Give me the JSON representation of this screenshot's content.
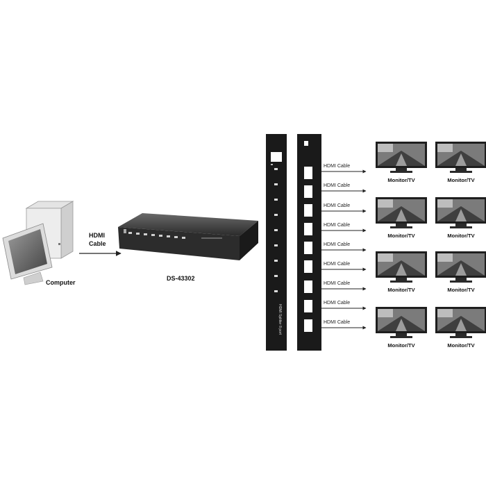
{
  "computer": {
    "label": "Computer"
  },
  "input_cable": {
    "line1": "HDMI",
    "line2": "Cable"
  },
  "splitter": {
    "model": "DS-43302"
  },
  "front_panel": {
    "title": "HDMI Splitter 8 port"
  },
  "output_cables": [
    "HDMI Cable",
    "HDMI Cable",
    "HDMI Cable",
    "HDMI Cable",
    "HDMI Cable",
    "HDMI Cable",
    "HDMI Cable",
    "HDMI Cable",
    "HDMI Cable"
  ],
  "monitors": [
    "Monitor/TV",
    "Monitor/TV",
    "Monitor/TV",
    "Monitor/TV",
    "Monitor/TV",
    "Monitor/TV",
    "Monitor/TV",
    "Monitor/TV"
  ],
  "colors": {
    "device": "#1a1a1a",
    "port": "#ffffff",
    "screen": "#555555",
    "arrow": "#222222"
  }
}
